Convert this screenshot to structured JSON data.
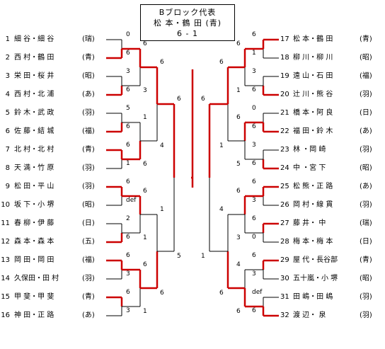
{
  "title": {
    "line1": "Bブロック代表",
    "line2": "松 本・鶴 田 (青)",
    "line3": "6 - 1"
  },
  "left_entries": [
    {
      "no": "1",
      "name": "細 谷・細 谷",
      "club": "(瑞)"
    },
    {
      "no": "2",
      "name": "西 村・鶴 田",
      "club": "(青)"
    },
    {
      "no": "3",
      "name": "栄 田・桜 井",
      "club": "(昭)"
    },
    {
      "no": "4",
      "name": "西 村・北 浦",
      "club": "(あ)"
    },
    {
      "no": "5",
      "name": "鈴 木・武 政",
      "club": "(羽)"
    },
    {
      "no": "6",
      "name": "佐 藤・結 城",
      "club": "(福)"
    },
    {
      "no": "7",
      "name": "北 村・北 村",
      "club": "(青)"
    },
    {
      "no": "8",
      "name": "天 満・竹 原",
      "club": "(羽)"
    },
    {
      "no": "9",
      "name": "松 田・平 山",
      "club": "(羽)"
    },
    {
      "no": "10",
      "name": "坂 下・小 堺",
      "club": "(昭)"
    },
    {
      "no": "11",
      "name": "春 柳・伊 藤",
      "club": "(日)"
    },
    {
      "no": "12",
      "name": "森 本・森 本",
      "club": "(五)"
    },
    {
      "no": "13",
      "name": "岡 田・岡 田",
      "club": "(福)"
    },
    {
      "no": "14",
      "name": "久保田・田 村",
      "club": "(羽)"
    },
    {
      "no": "15",
      "name": "甲 斐・甲 斐",
      "club": "(青)"
    },
    {
      "no": "16",
      "name": "神 田・正 路",
      "club": "(あ)"
    }
  ],
  "right_entries": [
    {
      "no": "17",
      "name": "松 本・鶴 田",
      "club": "(青)"
    },
    {
      "no": "18",
      "name": "柳 川・柳 川",
      "club": "(昭)"
    },
    {
      "no": "19",
      "name": "遠 山・石 田",
      "club": "(福)"
    },
    {
      "no": "20",
      "name": "辻 川・熊 谷",
      "club": "(羽)"
    },
    {
      "no": "21",
      "name": "橋 本・阿 良",
      "club": "(日)"
    },
    {
      "no": "22",
      "name": "福 田・鈴 木",
      "club": "(あ)"
    },
    {
      "no": "23",
      "name": "林 ・岡 崎",
      "club": "(羽)"
    },
    {
      "no": "24",
      "name": "中 ・宮 下",
      "club": "(昭)"
    },
    {
      "no": "25",
      "name": "松 熊・正 路",
      "club": "(あ)"
    },
    {
      "no": "26",
      "name": "岡 村・線 貫",
      "club": "(羽)"
    },
    {
      "no": "27",
      "name": "藤 井・ 中",
      "club": "(瑞)"
    },
    {
      "no": "28",
      "name": "梅 本・梅 本",
      "club": "(日)"
    },
    {
      "no": "29",
      "name": "屋 代・長谷部",
      "club": "(青)"
    },
    {
      "no": "30",
      "name": "五十嵐・小 堺",
      "club": "(昭)"
    },
    {
      "no": "31",
      "name": "田 嶋・田 嶋",
      "club": "(羽)"
    },
    {
      "no": "32",
      "name": "渡 辺・ 泉",
      "club": "(羽)"
    }
  ],
  "left_r1_scores": [
    "0",
    "6",
    "3",
    "6",
    "5",
    "6",
    "6",
    "1",
    "6",
    "def",
    "2",
    "6",
    "6",
    "3",
    "6",
    "3"
  ],
  "right_r1_scores": [
    "6",
    "1",
    "3",
    "6",
    "0",
    "6",
    "3",
    "6",
    "6",
    "3",
    "6",
    "0",
    "6",
    "3",
    "def",
    "6"
  ],
  "left_r2_scores": [
    "6",
    "3",
    "1",
    "6",
    "6",
    "1",
    "6",
    "1"
  ],
  "right_r2_scores": [
    "6",
    "1",
    "6",
    "5",
    "6",
    "3",
    "4",
    "6"
  ],
  "left_r3_scores": [
    "6",
    "4",
    "1",
    "6"
  ],
  "right_r3_scores": [
    "6",
    "1",
    "4",
    "6"
  ],
  "left_r4_scores": [
    "6",
    "5"
  ],
  "right_r4_scores": [
    "6",
    "1"
  ],
  "colors": {
    "win": "#cc0000",
    "line": "#000000"
  }
}
